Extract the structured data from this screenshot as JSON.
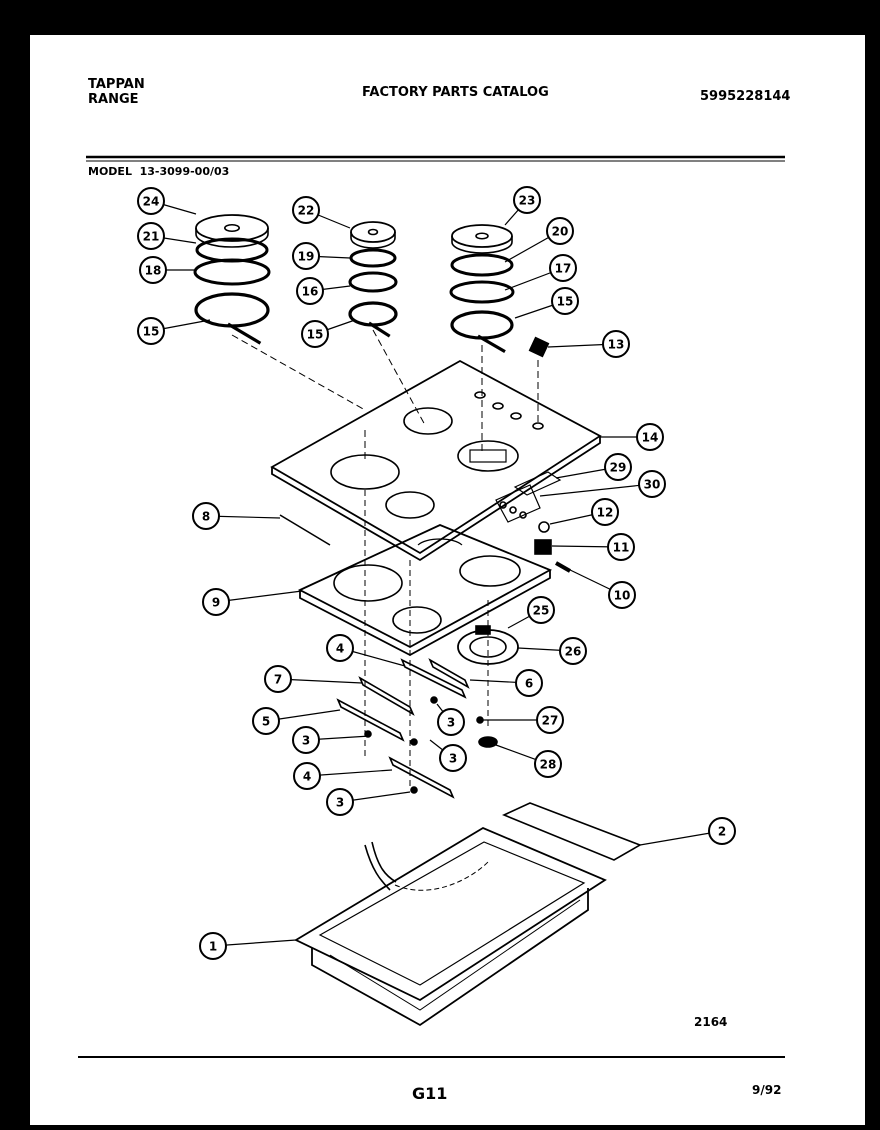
{
  "header": {
    "brand_line1": "TAPPAN",
    "brand_line2": "RANGE",
    "catalog_title": "FACTORY PARTS CATALOG",
    "catalog_number": "5995228144",
    "model_label": "MODEL",
    "model_number": "13-3099-00/03"
  },
  "footer": {
    "drawing_number": "2164",
    "page_id": "G11",
    "date": "9/92"
  },
  "callouts": [
    "24",
    "21",
    "18",
    "15",
    "22",
    "19",
    "16",
    "15",
    "23",
    "20",
    "17",
    "15",
    "13",
    "14",
    "29",
    "30",
    "8",
    "12",
    "11",
    "10",
    "9",
    "25",
    "26",
    "4",
    "6",
    "7",
    "3",
    "27",
    "5",
    "3",
    "3",
    "28",
    "4",
    "3",
    "2",
    "1"
  ]
}
